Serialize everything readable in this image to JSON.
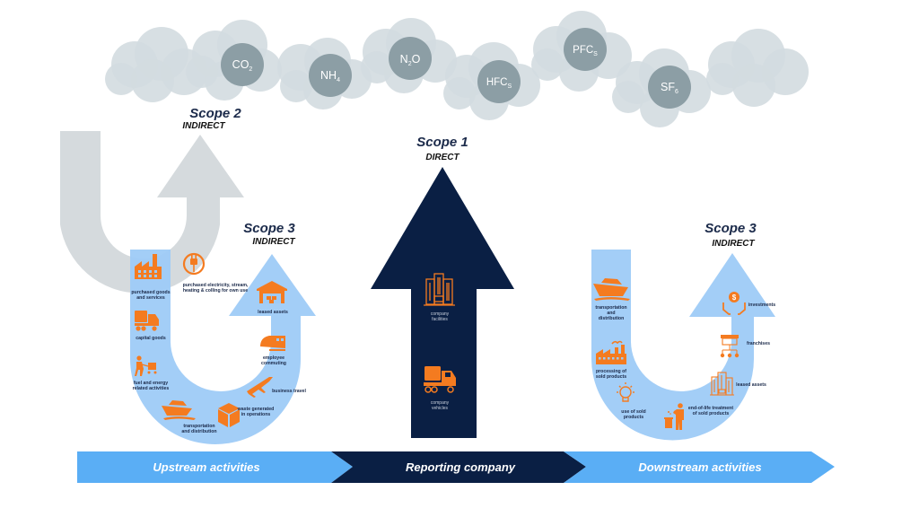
{
  "colors": {
    "cloud": "#d3dbe0",
    "gas_circle": "#8c9ea5",
    "scope2_gray": "#d5dadd",
    "scope3_blue": "#9ecbf7",
    "scope1_navy": "#0a1f44",
    "icon_orange": "#f47b20",
    "band_blue": "#5aaef5",
    "band_navy": "#0a1f44"
  },
  "gases": [
    {
      "base": "CO",
      "sub": "2"
    },
    {
      "base": "NH",
      "sub": "4"
    },
    {
      "base": "N",
      "sub": "2",
      "tail": "O"
    },
    {
      "base": "HFC",
      "sub": "S"
    },
    {
      "base": "PFC",
      "sub": "S"
    },
    {
      "base": "SF",
      "sub": "6"
    }
  ],
  "scope2": {
    "title": "Scope 2",
    "subtitle": "INDIRECT"
  },
  "scope1": {
    "title": "Scope 1",
    "subtitle": "DIRECT",
    "items": [
      {
        "icon": "office-building-icon",
        "label_lines": [
          "company",
          "facilities"
        ]
      },
      {
        "icon": "truck-icon",
        "label_lines": [
          "company",
          "vehicles"
        ]
      }
    ]
  },
  "scope3_upstream": {
    "title": "Scope 3",
    "subtitle": "INDIRECT",
    "items": [
      {
        "icon": "factory-icon",
        "label_lines": [
          "purchased goods",
          "and services"
        ]
      },
      {
        "icon": "electric-plug-icon",
        "label_lines": [
          "purchased electricity, stream,",
          "heating & colling for own use"
        ]
      },
      {
        "icon": "truck-icon",
        "label_lines": [
          "capital goods"
        ]
      },
      {
        "icon": "worker-cart-icon",
        "label_lines": [
          "fuel and energy",
          "related activities"
        ]
      },
      {
        "icon": "ship-icon",
        "label_lines": [
          "transportation",
          "and distribution"
        ]
      },
      {
        "icon": "box-icon",
        "label_lines": [
          "waste generated",
          "in operations"
        ]
      },
      {
        "icon": "airplane-icon",
        "label_lines": [
          "business travel"
        ]
      },
      {
        "icon": "train-icon",
        "label_lines": [
          "employee",
          "commuting"
        ]
      },
      {
        "icon": "warehouse-icon",
        "label_lines": [
          "leased assets"
        ]
      }
    ]
  },
  "scope3_downstream": {
    "title": "Scope 3",
    "subtitle": "INDIRECT",
    "items": [
      {
        "icon": "ship-icon",
        "label_lines": [
          "transportation",
          "and",
          "distribution"
        ]
      },
      {
        "icon": "factory-icon",
        "label_lines": [
          "processing of",
          "sold products"
        ]
      },
      {
        "icon": "lightbulb-icon",
        "label_lines": [
          "use of sold",
          "products"
        ]
      },
      {
        "icon": "recycle-bin-person-icon",
        "label_lines": [
          "end-of-life treatment",
          "of sold products"
        ]
      },
      {
        "icon": "office-building-icon",
        "label_lines": [
          "leased assets"
        ]
      },
      {
        "icon": "storefront-icon",
        "label_lines": [
          "franchises"
        ]
      },
      {
        "icon": "investment-hands-icon",
        "label_lines": [
          "investments"
        ]
      }
    ]
  },
  "band": {
    "upstream": "Upstream activities",
    "reporting": "Reporting company",
    "downstream": "Downstream activities"
  }
}
